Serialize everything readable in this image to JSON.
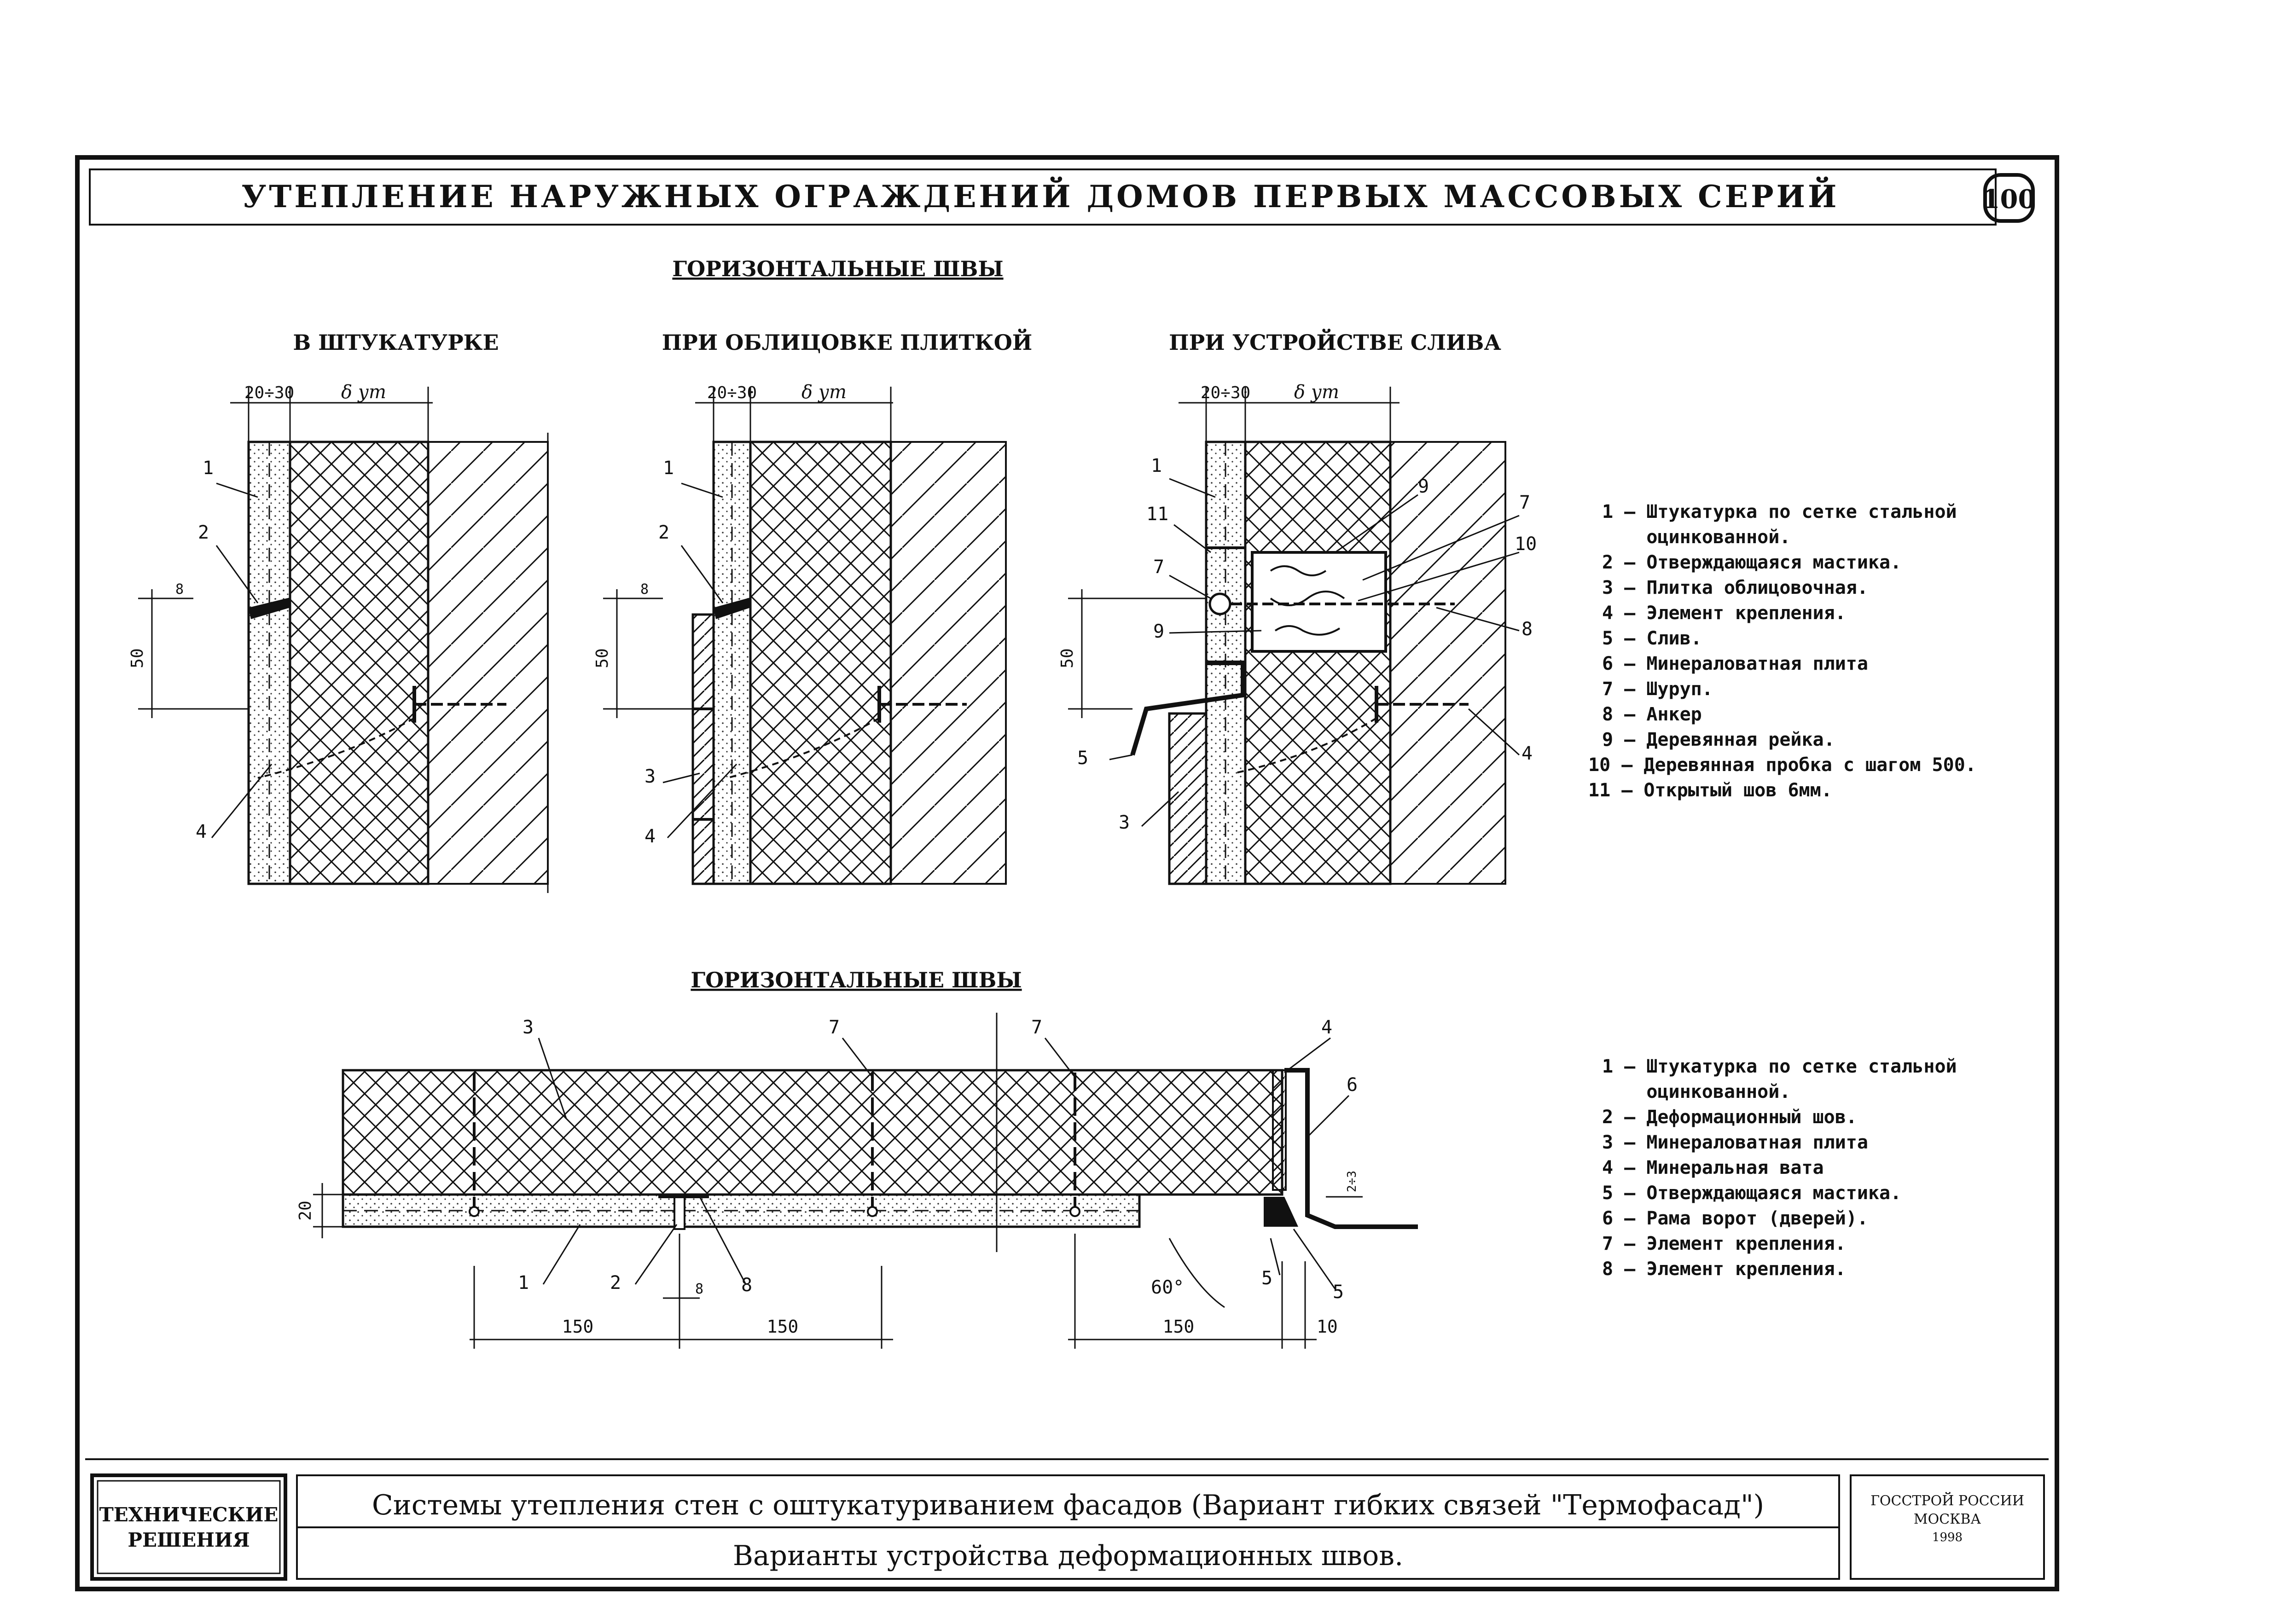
{
  "header": {
    "title": "УТЕПЛЕНИЕ НАРУЖНЫХ ОГРАЖДЕНИЙ ДОМОВ ПЕРВЫХ МАССОВЫХ СЕРИЙ",
    "sheet_number": "100"
  },
  "top_section": {
    "title": "ГОРИЗОНТАЛЬНЫЕ ШВЫ",
    "panels": [
      {
        "title": "В ШТУКАТУРКЕ",
        "dim_gap": "20÷30",
        "dim_insulation": "δ ут",
        "dim_seam": "8",
        "dim_height": "50",
        "callouts": [
          "1",
          "2",
          "4"
        ]
      },
      {
        "title": "ПРИ ОБЛИЦОВКЕ ПЛИТКОЙ",
        "dim_gap": "20÷30",
        "dim_insulation": "δ ут",
        "dim_seam": "8",
        "dim_height": "50",
        "callouts": [
          "1",
          "2",
          "3",
          "4"
        ]
      },
      {
        "title": "ПРИ УСТРОЙСТВЕ СЛИВА",
        "dim_gap": "20÷30",
        "dim_insulation": "δ ут",
        "dim_height": "50",
        "callouts": [
          "1",
          "11",
          "7",
          "9",
          "5",
          "3",
          "9",
          "7",
          "10",
          "8",
          "4"
        ]
      }
    ],
    "legend": [
      "1 – Штукатурка по сетке стальной",
      "    оцинкованной.",
      "2 – Отверждающаяся мастика.",
      "3 – Плитка облицовочная.",
      "4 – Элемент крепления.",
      "5 – Слив.",
      "6 – Минераловатная плита",
      "7 – Шуруп.",
      "8 – Анкер",
      "9 – Деревянная рейка.",
      "10 – Деревянная пробка с шагом 500.",
      "11 – Открытый шов 6мм."
    ]
  },
  "bottom_section": {
    "title": "ГОРИЗОНТАЛЬНЫЕ ШВЫ",
    "callouts": [
      "3",
      "7",
      "7",
      "4",
      "6",
      "1",
      "2",
      "8",
      "5",
      "5"
    ],
    "dims": {
      "thickness": "20",
      "seam": "8",
      "left_span_1": "150",
      "left_span_2": "150",
      "right_span": "150",
      "right_gap": "10",
      "angle": "60°",
      "side_gap": "2÷3"
    },
    "legend": [
      "1 – Штукатурка по сетке стальной",
      "    оцинкованной.",
      "2 – Деформационный шов.",
      "3 – Минераловатная плита",
      "4 – Минеральная вата",
      "5 – Отверждающаяся мастика.",
      "6 – Рама ворот (дверей).",
      "7 – Элемент крепления.",
      "8 – Элемент крепления."
    ]
  },
  "title_block": {
    "left": [
      "ТЕХНИЧЕСКИЕ",
      "РЕШЕНИЯ"
    ],
    "main_line_1": "Системы утепления стен с оштукатуриванием фасадов (Вариант гибких связей \"Термофасад\")",
    "main_line_2": "Варианты устройства деформационных швов.",
    "right": [
      "ГОССТРОЙ РОССИИ",
      "МОСКВА",
      "1998"
    ]
  }
}
